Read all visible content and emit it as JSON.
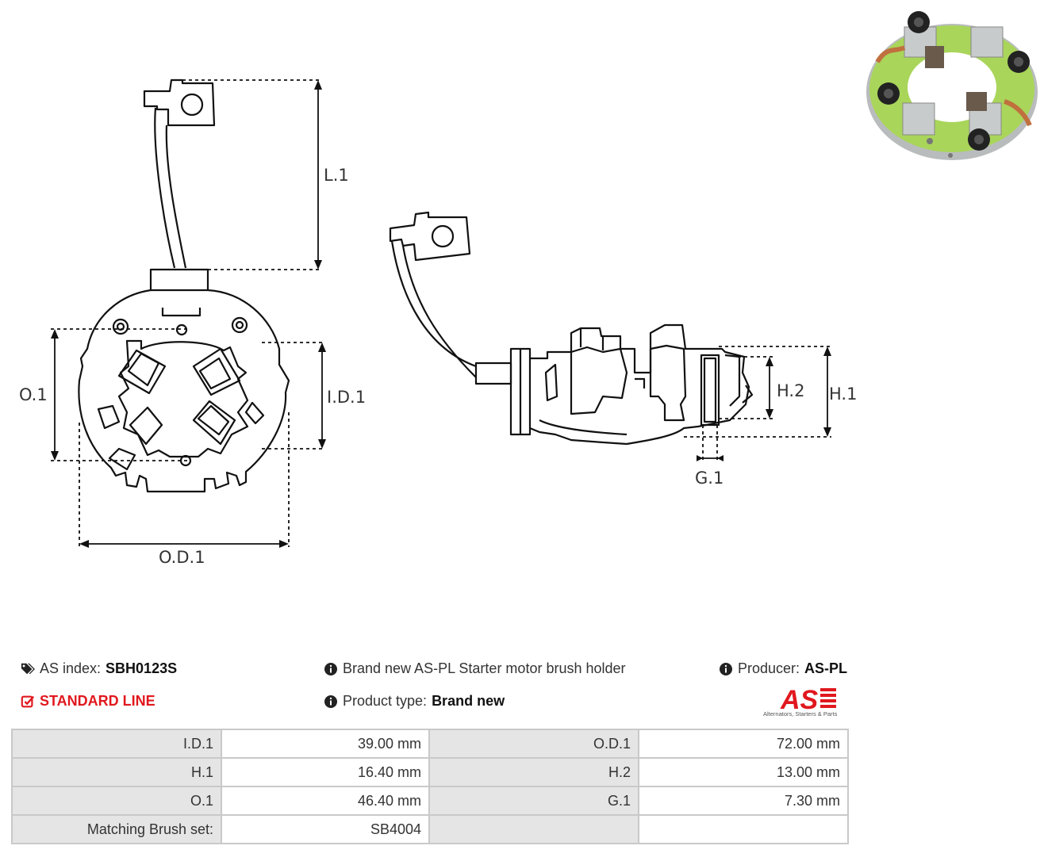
{
  "dimension_labels": {
    "L1": "L.1",
    "O1": "O.1",
    "ID1": "I.D.1",
    "OD1": "O.D.1",
    "H1": "H.1",
    "H2": "H.2",
    "G1": "G.1"
  },
  "info": {
    "as_index_label": "AS index:",
    "as_index_value": "SBH0123S",
    "description": "Brand new AS-PL Starter motor brush holder",
    "producer_label": "Producer:",
    "producer_value": "AS-PL",
    "line_badge": "STANDARD LINE",
    "product_type_label": "Product type:",
    "product_type_value": "Brand new"
  },
  "logo": {
    "text": "AS",
    "tagline": "Alternators, Starters & Parts",
    "color": "#e0181e"
  },
  "icons": {
    "tags": "tags-icon",
    "info": "info-circle-icon",
    "check": "check-square-icon"
  },
  "specs": {
    "rows": [
      [
        {
          "k": "I.D.1",
          "v": "39.00 mm"
        },
        {
          "k": "O.D.1",
          "v": "72.00 mm"
        }
      ],
      [
        {
          "k": "H.1",
          "v": "16.40 mm"
        },
        {
          "k": "H.2",
          "v": "13.00 mm"
        }
      ],
      [
        {
          "k": "O.1",
          "v": "46.40 mm"
        },
        {
          "k": "G.1",
          "v": "7.30 mm"
        }
      ],
      [
        {
          "k": "Matching Brush set:",
          "v": "SB4004"
        },
        {
          "k": "",
          "v": ""
        }
      ]
    ]
  }
}
